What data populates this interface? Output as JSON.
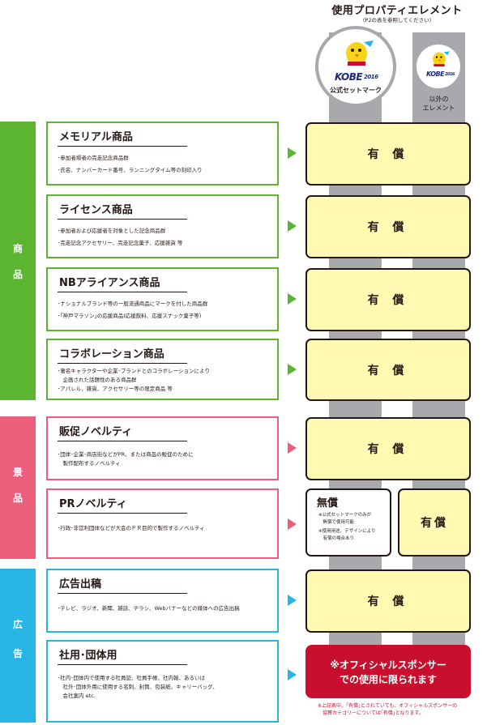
{
  "header": {
    "title": "使用プロパティエレメント",
    "subtitle": "(P2の表を参照してください)"
  },
  "columns": [
    {
      "logo_text": "KOBE",
      "logo_year": "2016",
      "caption": "公式セットマーク"
    },
    {
      "logo_text": "KOBE",
      "logo_year": "2016",
      "caption_line1": "以外の",
      "caption_line2": "エレメント"
    }
  ],
  "categories": {
    "goods": {
      "c1": "商",
      "c2": "品",
      "color": "#5cb531"
    },
    "premiums": {
      "c1": "景",
      "c2": "品",
      "color": "#ec5f7c"
    },
    "ads": {
      "c1": "広",
      "c2": "告",
      "color": "#25b6e6"
    }
  },
  "items": [
    {
      "title": "メモリアル商品",
      "lines": [
        "･参加者場者の完走記念商品群",
        "･氏名、ナンバーカード番号、ランニングタイム等の刻印入り"
      ],
      "result": "有 償"
    },
    {
      "title": "ライセンス商品",
      "lines": [
        "･参加者および応援者を対象とした記念商品群",
        "･完走記念アクセサリー、完走記念菓子、応援雑貨 等"
      ],
      "result": "有 償"
    },
    {
      "title": "NBアライアンス商品",
      "lines": [
        "･ナショナルブランド等の一般流通商品にマークを付した商品群",
        "･｢神戸マラソン｣の応援商品(応援飲料、応援スナック菓子等)"
      ],
      "result": "有 償"
    },
    {
      "title": "コラボレーション商品",
      "lines": [
        "･著名キャラクターや企業･ブランドとのコラボレーションにより",
        "　企画された話題性のある商品群",
        "･アパレル、雑貨、アクセサリー等の限定商品 等"
      ],
      "result": "有 償"
    },
    {
      "title": "販促ノベルティ",
      "lines": [
        "･団体･企業･商店街などがPR、または商品の販促のために",
        "　製作配布するノベルティ"
      ],
      "result": "有 償"
    },
    {
      "title": "PRノベルティ",
      "lines": [
        "･行政･非営利団体などが大会のＰＲ目的で製作するノベルティ"
      ],
      "result_free": "無償",
      "free_notes": [
        "※公式セットマークのみが",
        "　無償で使用可能",
        "※使用用途、デザインにより",
        "　有償の場合あり"
      ],
      "result_paid": "有償"
    },
    {
      "title": "広告出稿",
      "lines": [
        "･テレビ、ラジオ、新聞、雑誌、チラシ、Webバナーなどの媒体への広告出稿"
      ],
      "result": "有 償"
    },
    {
      "title": "社用･団体用",
      "lines": [
        "･社内･団体内で使用する社員証、社員手帳、社内報、あるいは",
        "　社外･団体外用に使用する名刺、封筒、包装紙、キャリーバッグ、",
        "　会社案内 etc."
      ],
      "result_line1": "※オフィシャルスポンサー",
      "result_line2": "での使用に限られます"
    }
  ],
  "footnote": [
    "※上記表中、｢有償｣とされていても、オフィシャルスポンサーの",
    "　協賛カテゴリーについては｢有償｣となります。"
  ]
}
